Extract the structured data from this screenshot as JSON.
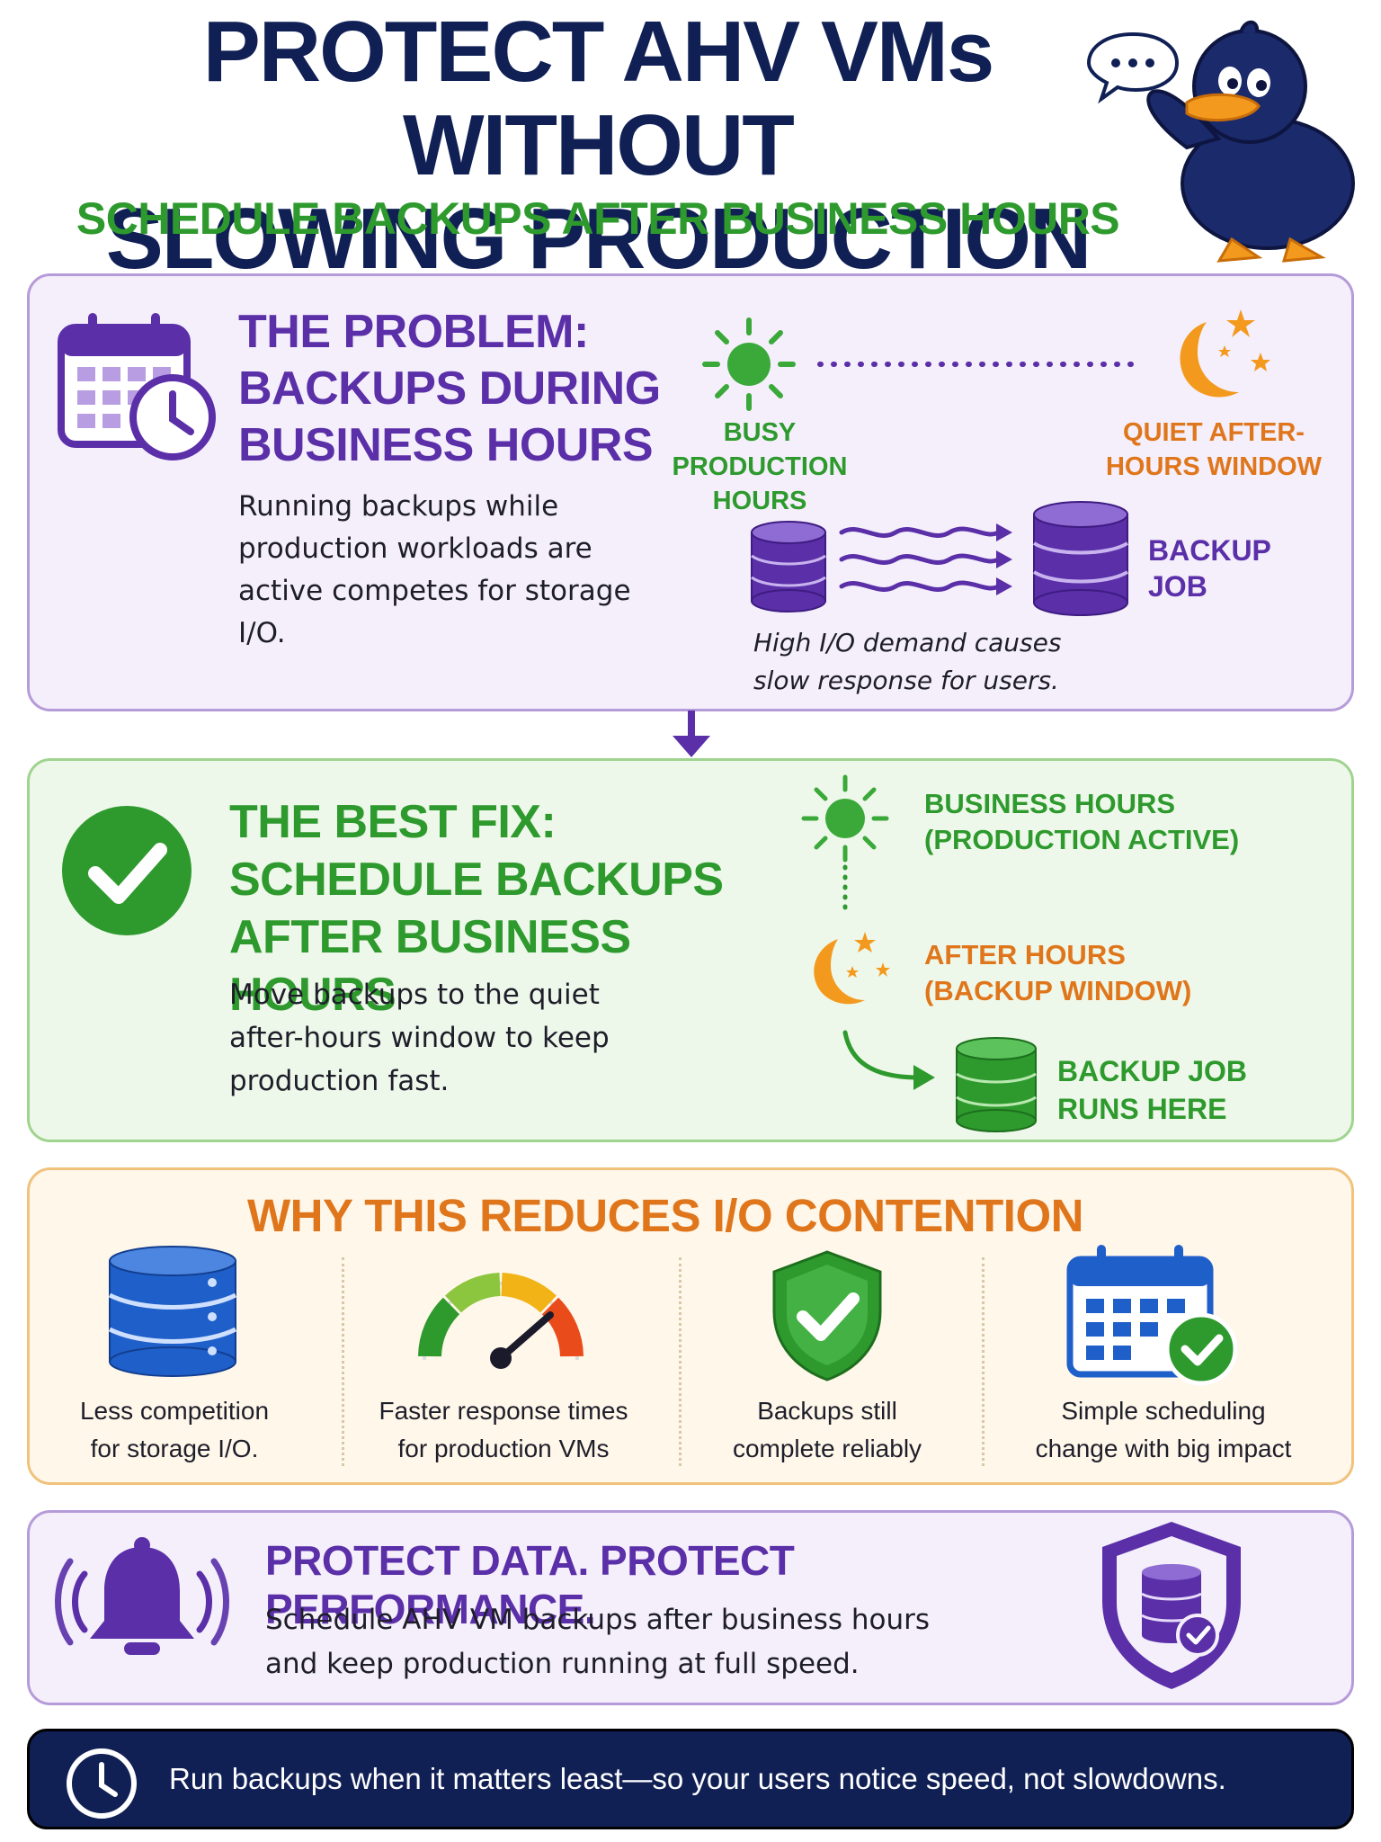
{
  "header": {
    "title_line1": "PROTECT AHV VMs WITHOUT",
    "title_line2": "SLOWING PRODUCTION",
    "subtitle": "SCHEDULE BACKUPS AFTER BUSINESS HOURS"
  },
  "problem": {
    "heading_line1": "THE PROBLEM:",
    "heading_line2": "BACKUPS DURING",
    "heading_line3": "BUSINESS HOURS",
    "body_line1": "Running backups while",
    "body_line2": "production workloads are",
    "body_line3": "active competes for storage I/O.",
    "busy_line1": "BUSY PRODUCTION",
    "busy_line2": "HOURS",
    "quiet_line1": "QUIET AFTER-",
    "quiet_line2": "HOURS WINDOW",
    "backup_line1": "BACKUP",
    "backup_line2": "JOB",
    "caption_line1": "High I/O demand causes",
    "caption_line2": "slow response for users."
  },
  "fix": {
    "heading_line1": "THE BEST FIX:",
    "heading_line2": "SCHEDULE BACKUPS",
    "heading_line3": "AFTER BUSINESS HOURS",
    "body_line1": "Move backups to the quiet",
    "body_line2": "after-hours window to keep",
    "body_line3": "production fast.",
    "bh_line1": "BUSINESS HOURS",
    "bh_line2": "(PRODUCTION ACTIVE)",
    "ah_line1": "AFTER HOURS",
    "ah_line2": "(BACKUP WINDOW)",
    "runs_line1": "BACKUP JOB",
    "runs_line2": "RUNS HERE"
  },
  "why": {
    "heading": "WHY THIS REDUCES I/O CONTENTION",
    "items": [
      {
        "line1": "Less competition",
        "line2": "for storage I/O.",
        "icon": "database-icon"
      },
      {
        "line1": "Faster response times",
        "line2": "for production VMs",
        "icon": "speedometer-icon"
      },
      {
        "line1": "Backups still",
        "line2": "complete reliably",
        "icon": "shield-check-icon"
      },
      {
        "line1": "Simple scheduling",
        "line2": "change with big impact",
        "icon": "calendar-check-icon"
      }
    ]
  },
  "cta": {
    "heading": "PROTECT DATA. PROTECT PERFORMANCE.",
    "body_line1": "Schedule AHV VM backups after business hours",
    "body_line2": "and keep production running at full speed."
  },
  "footer": {
    "text": "Run backups when it matters least—so your users notice speed, not slowdowns."
  },
  "colors": {
    "navy": "#102055",
    "purple": "#5a2fa8",
    "green": "#2e9a2e",
    "orange": "#e0761b",
    "blue": "#1f5fc9"
  }
}
